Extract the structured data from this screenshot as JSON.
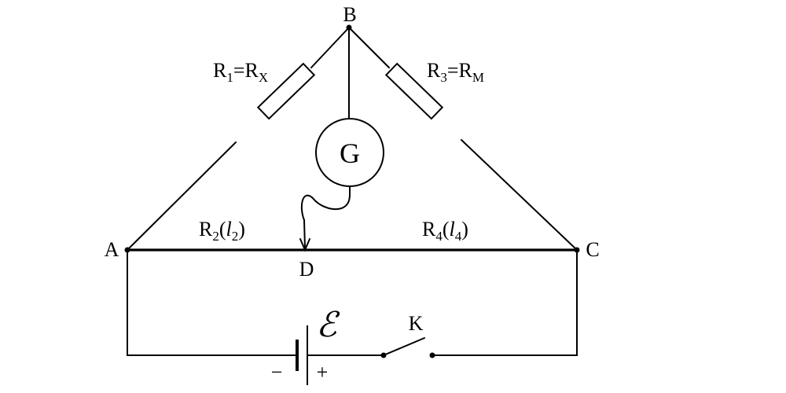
{
  "nodes": {
    "A": "A",
    "B": "B",
    "C": "C",
    "D": "D"
  },
  "resistors": {
    "r1": {
      "main": "R",
      "sub1": "1",
      "eq": "=R",
      "sub2": "X"
    },
    "r3": {
      "main": "R",
      "sub1": "3",
      "eq": "=R",
      "sub2": "M"
    },
    "r2": {
      "main": "R",
      "sub": "2",
      "open": "(",
      "l": "l",
      "lsub": "2",
      "close": ")"
    },
    "r4": {
      "main": "R",
      "sub": "4",
      "open": "(",
      "l": "l",
      "lsub": "4",
      "close": ")"
    }
  },
  "galvanometer": {
    "label": "G"
  },
  "battery": {
    "emf": "ℰ",
    "minus": "−",
    "plus": "+"
  },
  "switch": {
    "label": "K"
  }
}
